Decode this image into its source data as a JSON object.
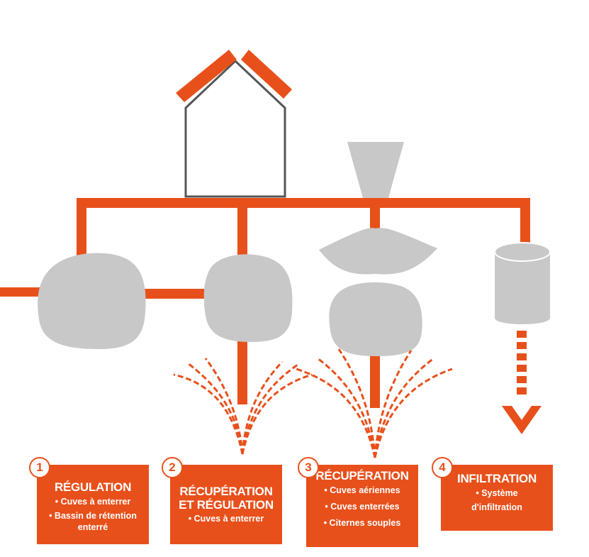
{
  "colors": {
    "accent": "#e8501b",
    "gray": "#c8c8c8",
    "house_outline": "#555555"
  },
  "icons": [
    "house-icon",
    "funnel-icon",
    "tank-icon",
    "cylinder-tank-icon",
    "down-arrow-icon"
  ],
  "panels": [
    {
      "number": "1",
      "title": "RÉGULATION",
      "items": [
        "• Cuves à enterrer",
        "• Bassin de rétention",
        "enterré"
      ]
    },
    {
      "number": "2",
      "title": "RÉCUPÉRATION",
      "title2": "ET RÉGULATION",
      "items": [
        "• Cuves à enterrer"
      ]
    },
    {
      "number": "3",
      "title": "RÉCUPÉRATION",
      "items": [
        "• Cuves aériennes",
        "• Cuves enterrées",
        "• Citernes souples"
      ]
    },
    {
      "number": "4",
      "title": "INFILTRATION",
      "items": [
        "• Système",
        "d'infiltration"
      ]
    }
  ]
}
